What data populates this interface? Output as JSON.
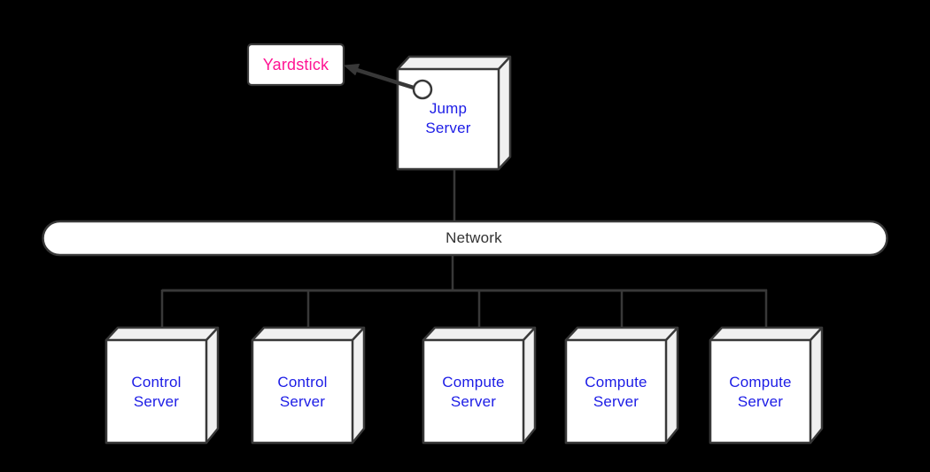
{
  "diagram": {
    "type": "deployment-diagram",
    "background_color": "#000000",
    "colors": {
      "line": "#383838",
      "node_front_fill": "#ffffff",
      "node_side_fill": "#f0f0f0",
      "server_label_text": "#1c1ce6",
      "yardstick_label_text": "#ff1493",
      "network_label_text": "#333333"
    },
    "nodes": {
      "yardstick": {
        "label": "Yardstick",
        "shape": "rectangle"
      },
      "jump_server": {
        "label": "Jump\nServer",
        "shape": "node-3d",
        "has_port": true
      },
      "network": {
        "label": "Network",
        "shape": "rounded-bar"
      },
      "servers": [
        {
          "id": "control-server-1",
          "label": "Control\nServer",
          "shape": "node-3d"
        },
        {
          "id": "control-server-2",
          "label": "Control\nServer",
          "shape": "node-3d"
        },
        {
          "id": "compute-server-1",
          "label": "Compute\nServer",
          "shape": "node-3d"
        },
        {
          "id": "compute-server-2",
          "label": "Compute\nServer",
          "shape": "node-3d"
        },
        {
          "id": "compute-server-3",
          "label": "Compute\nServer",
          "shape": "node-3d"
        }
      ]
    },
    "edges": [
      {
        "from": "jump_server.port",
        "to": "yardstick",
        "type": "arrow"
      },
      {
        "from": "jump_server",
        "to": "network",
        "type": "line"
      },
      {
        "from": "network",
        "to": "control-server-1",
        "type": "line"
      },
      {
        "from": "network",
        "to": "control-server-2",
        "type": "line"
      },
      {
        "from": "network",
        "to": "compute-server-1",
        "type": "line"
      },
      {
        "from": "network",
        "to": "compute-server-2",
        "type": "line"
      },
      {
        "from": "network",
        "to": "compute-server-3",
        "type": "line"
      }
    ]
  }
}
